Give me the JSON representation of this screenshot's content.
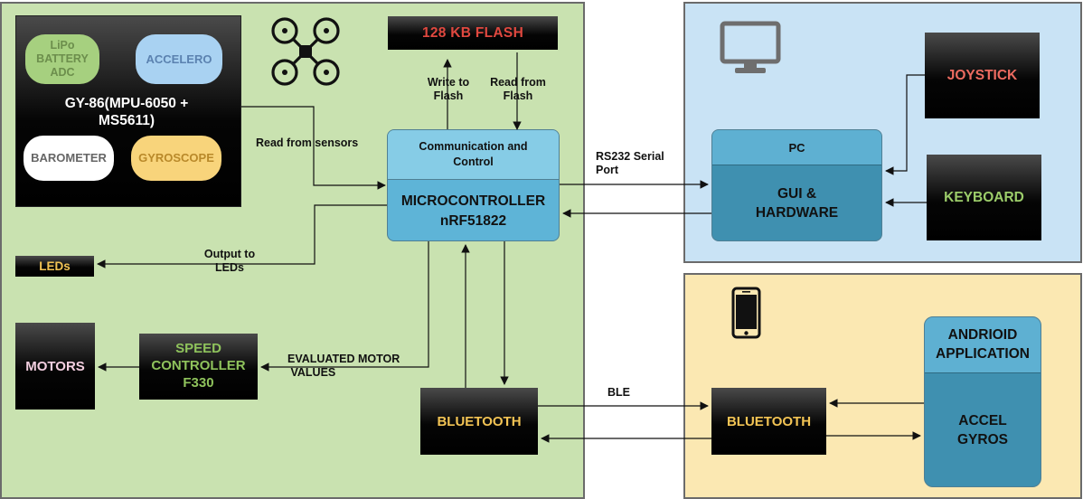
{
  "colors": {
    "drone_panel": "#c9e2b0",
    "pc_panel": "#c9e3f5",
    "phone_panel": "#fbe8b2",
    "flash_text": "#e0483f",
    "leds_text": "#f3c454",
    "speed_text": "#8fc35c",
    "motors_text": "#f3cfe0",
    "joystick_text": "#ec6b60",
    "keyboard_text": "#9ccd6a",
    "bluetooth_text": "#f3c454"
  },
  "icons": {
    "drone": "quadcopter-icon",
    "pc": "monitor-icon",
    "phone": "smartphone-icon"
  },
  "sensor_board": {
    "lipo": "LiPo\nBATTERY\nADC",
    "accelero": "ACCELERO",
    "title": "GY-86(MPU-6050 +\nMS5611)",
    "barometer": "BAROMETER",
    "gyroscope": "GYROSCOPE"
  },
  "flash": "128 KB FLASH",
  "mcu": {
    "header": "Communication and\nControl",
    "body": "MICROCONTROLLER\nnRF51822"
  },
  "leds": "LEDs",
  "motors": "MOTORS",
  "speed_controller": "SPEED\nCONTROLLER\nF330",
  "bluetooth_drone": "BLUETOOTH",
  "pc": {
    "header": "PC",
    "body": "GUI &\nHARDWARE"
  },
  "joystick": "JOYSTICK",
  "keyboard": "KEYBOARD",
  "bluetooth_phone": "BLUETOOTH",
  "android": {
    "header": "ANDRIOID\nAPPLICATION",
    "body": "ACCEL\nGYROS"
  },
  "labels": {
    "write_flash": "Write to\nFlash",
    "read_flash": "Read from\nFlash",
    "read_sensors": "Read from sensors",
    "rs232": "RS232 Serial\nPort",
    "output_leds": "Output to\nLEDs",
    "motor_values": "EVALUATED MOTOR\n VALUES",
    "ble": "BLE"
  }
}
